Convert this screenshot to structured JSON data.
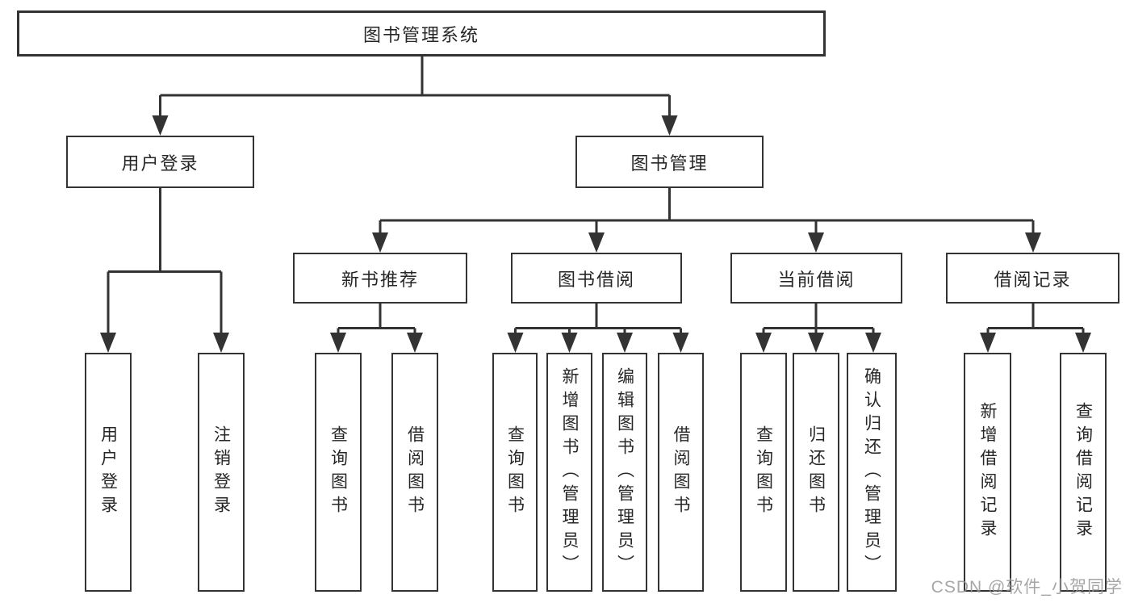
{
  "diagram_type": "functional-structure-tree",
  "tree": {
    "label": "图书管理系统",
    "children": [
      {
        "label": "用户登录",
        "children": [
          {
            "label": "用户登录"
          },
          {
            "label": "注销登录"
          }
        ]
      },
      {
        "label": "图书管理",
        "children": [
          {
            "label": "新书推荐",
            "children": [
              {
                "label": "查询图书"
              },
              {
                "label": "借阅图书"
              }
            ]
          },
          {
            "label": "图书借阅",
            "children": [
              {
                "label": "查询图书"
              },
              {
                "label": "新增图书（管理员）"
              },
              {
                "label": "编辑图书（管理员）"
              },
              {
                "label": "借阅图书"
              }
            ]
          },
          {
            "label": "当前借阅",
            "children": [
              {
                "label": "查询图书"
              },
              {
                "label": "归还图书"
              },
              {
                "label": "确认归还（管理员）"
              }
            ]
          },
          {
            "label": "借阅记录",
            "children": [
              {
                "label": "新增借阅记录"
              },
              {
                "label": "查询借阅记录"
              }
            ]
          }
        ]
      }
    ]
  },
  "watermark": {
    "text": "CSDN @软件_小贺同学"
  },
  "colors": {
    "line": "#333333",
    "box_border": "#333333",
    "text": "#262626",
    "watermark": "#969696",
    "background": "#ffffff"
  }
}
